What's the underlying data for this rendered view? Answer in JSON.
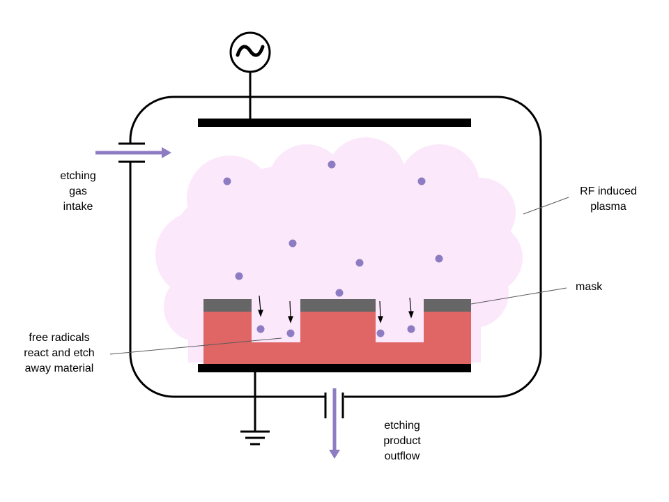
{
  "labels": {
    "gas_intake": [
      "etching",
      "gas",
      "intake"
    ],
    "plasma": [
      "RF induced",
      "plasma"
    ],
    "mask": "mask",
    "radicals": [
      "free radicals",
      "react and etch",
      "away material"
    ],
    "outflow": [
      "etching",
      "product",
      "outflow"
    ]
  },
  "icons": {
    "rf_source": "ac-source-icon",
    "ground": "ground-icon"
  },
  "colors": {
    "plasma": "#fbe8fb",
    "radical": "#8e7cc3",
    "substrate": "#e06666",
    "mask": "#666666",
    "outline": "#000000",
    "flow_arrow": "#8e7cc3"
  }
}
